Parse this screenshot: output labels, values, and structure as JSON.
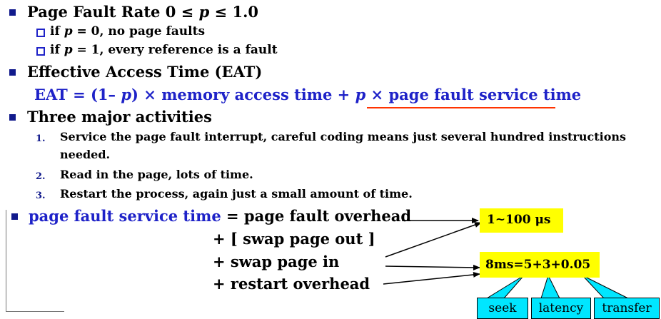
{
  "bullets": {
    "rate": {
      "prefix": "Page Fault Rate 0 ≤ ",
      "var": "p",
      "suffix": " ≤ 1.0"
    },
    "rate_sub1": {
      "prefix": "if ",
      "var": "p",
      "suffix": " = 0,  no page faults"
    },
    "rate_sub2": {
      "prefix": "if ",
      "var": "p",
      "suffix": " = 1, every reference is a fault"
    },
    "eat_title": "Effective Access Time (EAT)",
    "eat_formula": {
      "part1": "EAT = (1– ",
      "var1": "p",
      "part2": ") × memory access time + ",
      "var2": "p",
      "part3": " × ",
      "underlined": "page fault service time"
    },
    "activities_title": "Three major activities",
    "activities": [
      {
        "num": "1.",
        "line1": "Service the page fault interrupt, careful coding means just several hundred instructions",
        "line2": "needed."
      },
      {
        "num": "2.",
        "line1": "Read in the page, lots of time."
      },
      {
        "num": "3.",
        "line1": "Restart the process, again just a small amount of time."
      }
    ],
    "pfst": {
      "blue_part": "page fault service time",
      "rest": " = page fault overhead",
      "line2": "+ [ swap page out  ]",
      "line3": "+  swap page in",
      "line4": "+  restart overhead"
    }
  },
  "callouts": {
    "overhead_value": "1~100 μs",
    "swap_value": "8ms=5+3+0.05",
    "labels": [
      "seek",
      "latency",
      "transfer"
    ]
  },
  "colors": {
    "blue": "#1e22c8",
    "bullet_square": "#111a8c",
    "underline": "#ff3300",
    "highlight": "#ffff00",
    "callout": "#00e6ff"
  }
}
